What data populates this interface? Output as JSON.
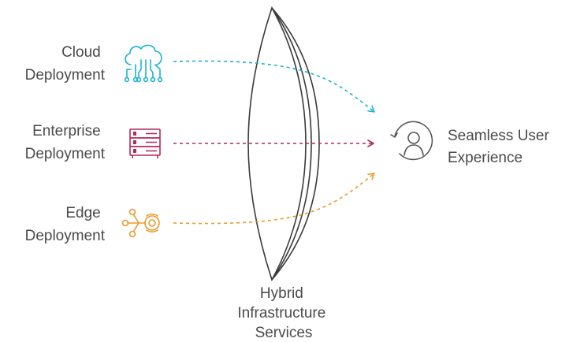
{
  "sources": [
    {
      "line1": "Cloud",
      "line2": "Deployment",
      "icon": "cloud-icon",
      "color": "#1bb3cf"
    },
    {
      "line1": "Enterprise",
      "line2": "Deployment",
      "icon": "server-icon",
      "color": "#b5285a"
    },
    {
      "line1": "Edge",
      "line2": "Deployment",
      "icon": "edge-node-icon",
      "color": "#e89a2a"
    }
  ],
  "lens": {
    "line1": "Hybrid",
    "line2": "Infrastructure",
    "line3": "Services"
  },
  "target": {
    "line1": "Seamless User",
    "line2": "Experience",
    "icon": "user-cycle-icon",
    "color": "#555555"
  }
}
